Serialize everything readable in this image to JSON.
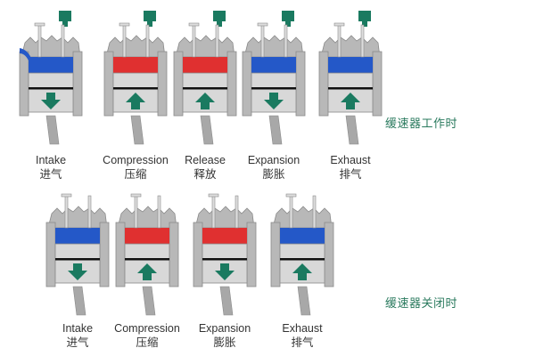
{
  "colors": {
    "intake_gas": "#2458c8",
    "compressed_gas": "#e03030",
    "actuator": "#1a7a60",
    "arrow": "#1a7a60",
    "metal": "#b8b8b8",
    "metal_dark": "#8a8a8a"
  },
  "rows": [
    {
      "note": "缓速器工作时",
      "engines": [
        {
          "en": "Intake",
          "zh": "进气",
          "gas": "intake_gas",
          "arrow": "down",
          "actuator": true
        },
        {
          "en": "Compression",
          "zh": "压缩",
          "gas": "compressed_gas",
          "arrow": "up",
          "actuator": true
        },
        {
          "en": "Release",
          "zh": "释放",
          "gas": "compressed_gas",
          "arrow": "up",
          "actuator": true
        },
        {
          "en": "Expansion",
          "zh": "膨胀",
          "gas": "intake_gas",
          "arrow": "down",
          "actuator": true
        },
        {
          "en": "Exhaust",
          "zh": "排气",
          "gas": "intake_gas",
          "arrow": "up",
          "actuator": true
        }
      ]
    },
    {
      "note": "缓速器关闭时",
      "engines": [
        {
          "en": "Intake",
          "zh": "进气",
          "gas": "intake_gas",
          "arrow": "down",
          "actuator": false
        },
        {
          "en": "Compression",
          "zh": "压缩",
          "gas": "compressed_gas",
          "arrow": "up",
          "actuator": false
        },
        {
          "en": "Expansion",
          "zh": "膨胀",
          "gas": "compressed_gas",
          "arrow": "down",
          "actuator": false
        },
        {
          "en": "Exhaust",
          "zh": "排气",
          "gas": "intake_gas",
          "arrow": "up",
          "actuator": false
        }
      ]
    }
  ]
}
